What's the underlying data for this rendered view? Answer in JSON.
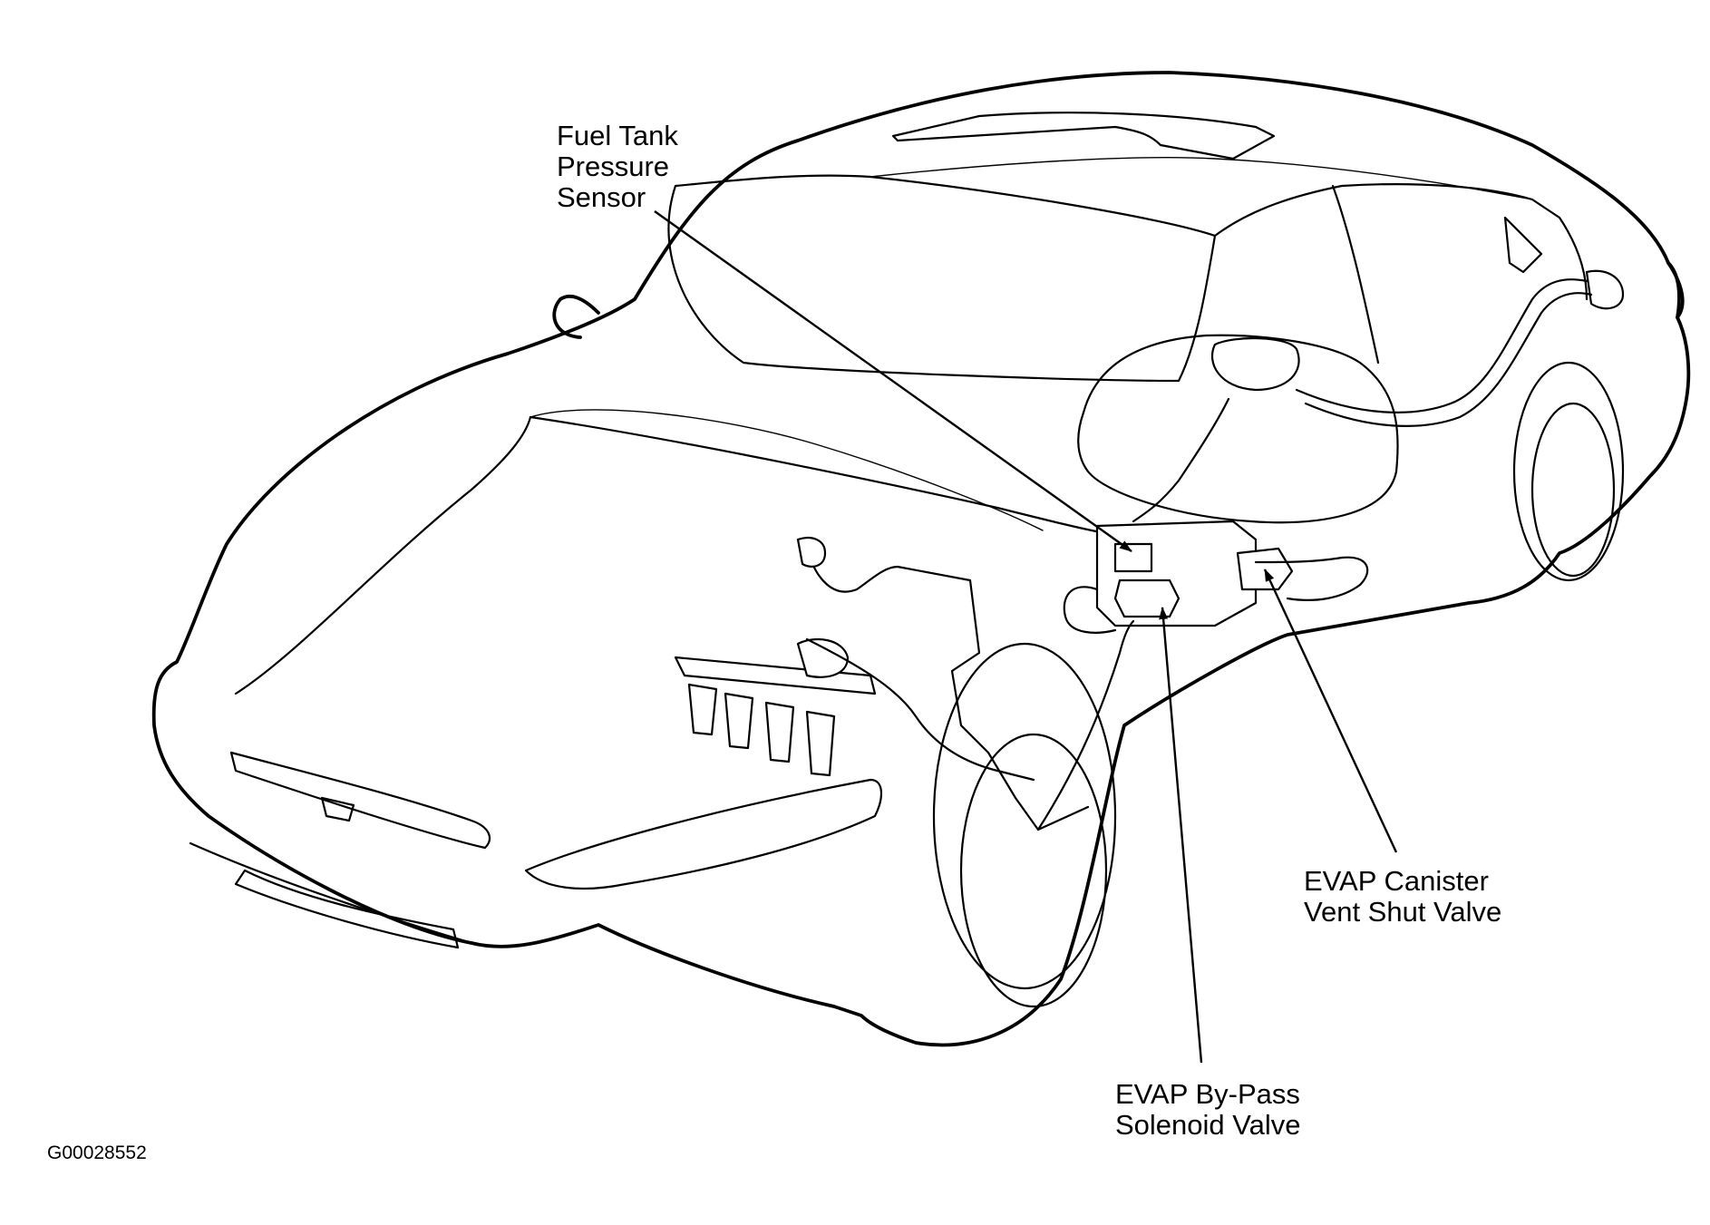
{
  "labels": {
    "fuel_tank_pressure_sensor": [
      "Fuel Tank",
      "Pressure",
      "Sensor"
    ],
    "evap_canister_vent_shut_valve": [
      "EVAP Canister",
      "Vent Shut Valve"
    ],
    "evap_bypass_solenoid_valve": [
      "EVAP By-Pass",
      "Solenoid Valve"
    ]
  },
  "figure_id": "G00028552"
}
